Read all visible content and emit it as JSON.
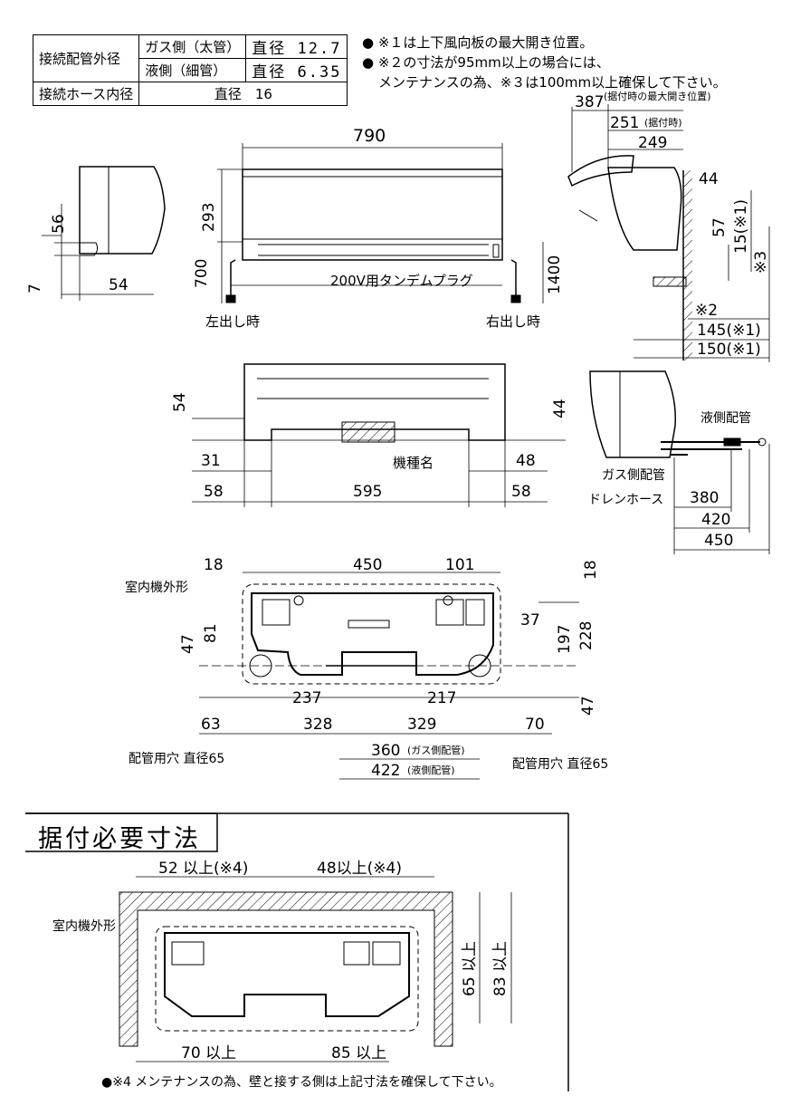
{
  "spec_table": {
    "row1_label": "接続配管外径",
    "gas_label": "ガス側（太管）",
    "gas_value": "直径 12.7",
    "liquid_label": "液側（細管）",
    "liquid_value": "直径 6.35",
    "row2_label": "接続ホース内径",
    "hose_value": "直径　16"
  },
  "notes": {
    "note1": "●  ※１は上下風向板の最大開き位置。",
    "note2": "●  ※２の寸法が95mm以上の場合には、",
    "note3": "メンテナンスの為、※３は100mm以上確保して下さい。"
  },
  "dims_top": {
    "width_790": "790",
    "h_293": "293",
    "h_700": "700",
    "h_1400": "1400",
    "d_56": "56",
    "d_7": "7",
    "d_54": "54",
    "plug": "200V用タンデムプラグ",
    "left_out": "左出し時",
    "right_out": "右出し時"
  },
  "dims_side": {
    "d387": "387",
    "d387_note": "(据付時の最大開き位置)",
    "d251": "251",
    "d251_note": "(据付時)",
    "d249": "249",
    "d44": "44",
    "d57": "57",
    "d15": "15(※1)",
    "d_star3": "※3",
    "d_star2": "※2",
    "d145": "145(※1)",
    "d150": "150(※1)"
  },
  "dims_bottom": {
    "d54": "54",
    "d44": "44",
    "d31": "31",
    "d48": "48",
    "d58a": "58",
    "d595": "595",
    "d58b": "58",
    "model": "機種名"
  },
  "dims_pipe": {
    "liquid_pipe": "液側配管",
    "gas_pipe": "ガス側配管",
    "drain_hose": "ドレンホース",
    "d380": "380",
    "d420": "420",
    "d450": "450"
  },
  "dims_plate": {
    "d18a": "18",
    "d450": "450",
    "d101": "101",
    "d18b": "18",
    "outline": "室内機外形",
    "d37": "37",
    "d197": "197",
    "d228": "228",
    "d47a": "47",
    "d81": "81",
    "d47b": "47",
    "d237": "237",
    "d217": "217",
    "d63": "63",
    "d328": "328",
    "d329": "329",
    "d70": "70",
    "d360": "360",
    "d360_note": "(ガス側配管)",
    "d422": "422",
    "d422_note": "(液側配管)",
    "hole_left": "配管用穴 直径65",
    "hole_right": "配管用穴 直径65"
  },
  "install": {
    "title": "据付必要寸法",
    "d52": "52 以上(※4)",
    "d48": "48以上(※4)",
    "outline": "室内機外形",
    "d65": "65 以上",
    "d83": "83 以上",
    "d70": "70 以上",
    "d85": "85 以上",
    "note4": "●※4  メンテナンスの為、壁と接する側は上記寸法を確保して下さい。"
  }
}
